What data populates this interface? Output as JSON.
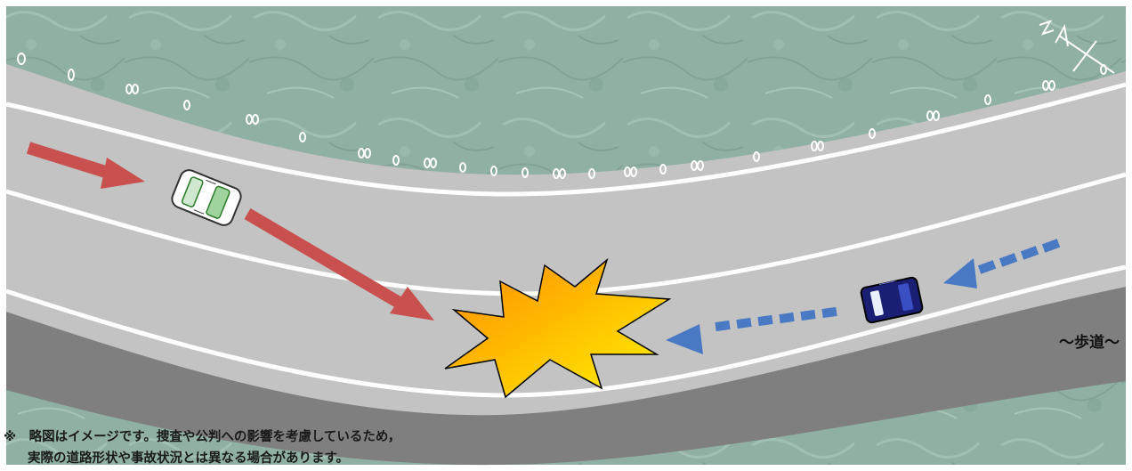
{
  "diagram": {
    "compass_label": "N",
    "sidewalk_label": "～歩道～",
    "disclaimer": {
      "line1": "※　略図はイメージです。捜査や公判への影響を考慮しているため，",
      "line2": "実際の道路形状や事故状況とは異なる場合があります。"
    },
    "colors": {
      "grass": "#8fb0a2",
      "road": "#c3c3c3",
      "sidewalk": "#7f7f7f",
      "lane_line": "#ffffff",
      "arrow_solid": "#c8514f",
      "arrow_dotted": "#4a79c4",
      "car_white": "#ffffff",
      "car_blue": "#1b1f74",
      "explosion_inner": "#ff8a00",
      "explosion_outer": "#fff200"
    },
    "icons": [
      "compass-icon",
      "white-car-icon",
      "blue-car-icon",
      "collision-explosion-icon"
    ]
  }
}
